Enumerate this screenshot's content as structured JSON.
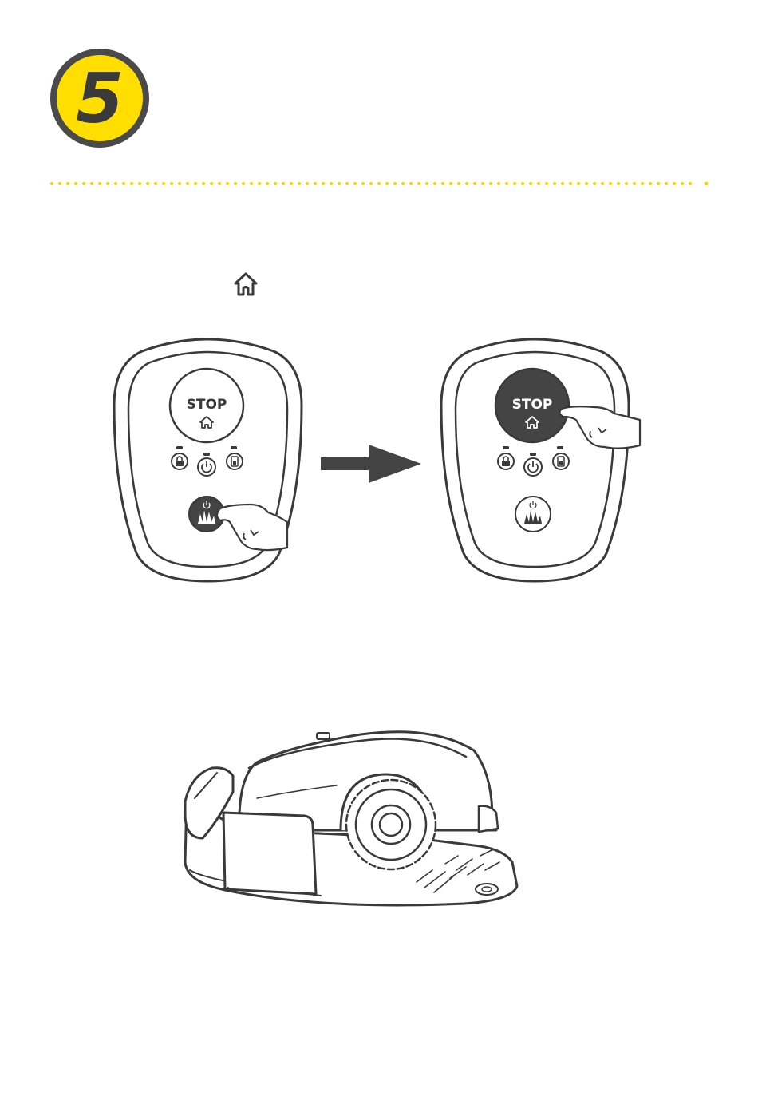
{
  "step": {
    "number": "5"
  },
  "panel_left": {
    "stop_label": "STOP"
  },
  "panel_right": {
    "stop_label": "STOP"
  },
  "colors": {
    "badge_yellow": "#FFDE00",
    "badge_ring": "#4A4A4A",
    "dots_yellow": "#F2D400",
    "line_dark": "#3A3A3A",
    "button_dark": "#444444"
  },
  "icons": {
    "home": "home-icon",
    "lock": "lock-icon",
    "power": "power-icon",
    "battery": "battery-icon",
    "grass": "grass-icon",
    "hand": "pointing-hand-icon",
    "arrow": "right-arrow-icon",
    "mower": "robot-mower-illustration"
  }
}
